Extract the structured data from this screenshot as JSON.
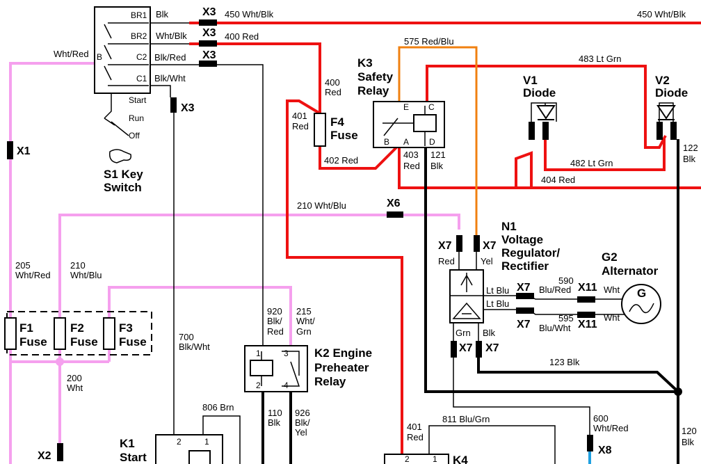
{
  "colors": {
    "red_wire": "#ee1111",
    "pink_wire": "#f5a0ee",
    "black_wire": "#000000",
    "orange_wire": "#f08010",
    "blue_wire": "#20a0e0"
  },
  "connectors": {
    "x1": "X1",
    "x2": "X2",
    "x3": "X3",
    "x6": "X6",
    "x7": "X7",
    "x8": "X8",
    "x11": "X11"
  },
  "key_switch": {
    "br1": "BR1",
    "br2": "BR2",
    "c2": "C2",
    "c1": "C1",
    "b": "B",
    "start": "Start",
    "run": "Run",
    "off": "Off",
    "name_line1": "S1 Key",
    "name_line2": "Switch"
  },
  "wires": {
    "w450_a": "450 Wht/Blk",
    "w450_b": "450 Wht/Blk",
    "w400": "400 Red",
    "w400_v1": "400",
    "w400_v2": "Red",
    "w575": "575 Red/Blu",
    "w483": "483 Lt Grn",
    "w401_a1": "401",
    "w401_a2": "Red",
    "w402": "402 Red",
    "w403_1": "403",
    "w403_2": "Red",
    "w121_1": "121",
    "w121_2": "Blk",
    "w482": "482 Lt Grn",
    "w404": "404 Red",
    "w122_1": "122",
    "w122_2": "Blk",
    "w210_h": "210 Wht/Blu",
    "w210_v1": "210",
    "w210_v2": "Wht/Blu",
    "w205_1": "205",
    "w205_2": "Wht/Red",
    "w200_1": "200",
    "w200_2": "Wht",
    "w700_1": "700",
    "w700_2": "Blk/Wht",
    "w920_1": "920",
    "w920_2": "Blk/",
    "w920_3": "Red",
    "w215_1": "215",
    "w215_2": "Wht/",
    "w215_3": "Grn",
    "w110_1": "110",
    "w110_2": "Blk",
    "w926_1": "926",
    "w926_2": "Blk/",
    "w926_3": "Yel",
    "w806": "806 Brn",
    "w590_1": "590",
    "w590_2": "Blu/Red",
    "w595_1": "595",
    "w595_2": "Blu/Wht",
    "w123": "123 Blk",
    "w811": "811 Blu/Grn",
    "w600_1": "600",
    "w600_2": "Wht/Red",
    "w401_b1": "401",
    "w401_b2": "Red",
    "w120_1": "120",
    "w120_2": "Blk",
    "blk": "Blk",
    "wht_red": "Wht/Red",
    "wht_blk": "Wht/Blk",
    "blk_red": "Blk/Red",
    "blk_wht": "Blk/Wht",
    "red": "Red",
    "yel": "Yel",
    "lt_blu": "Lt Blu",
    "grn": "Grn",
    "wht": "Wht"
  },
  "components": {
    "k3": [
      "K3",
      "Safety",
      "Relay"
    ],
    "k3_pins": {
      "e": "E",
      "c": "C",
      "b": "B",
      "a": "A",
      "d": "D"
    },
    "f4": [
      "F4",
      "Fuse"
    ],
    "v1": [
      "V1",
      "Diode"
    ],
    "v2": [
      "V2",
      "Diode"
    ],
    "n1": [
      "N1",
      "Voltage",
      "Regulator/",
      "Rectifier"
    ],
    "g2": [
      "G2",
      "Alternator"
    ],
    "g2_symbol": "G",
    "f1": [
      "F1",
      "Fuse"
    ],
    "f2": [
      "F2",
      "Fuse"
    ],
    "f3": [
      "F3",
      "Fuse"
    ],
    "k2": [
      "K2 Engine",
      "Preheater",
      "Relay"
    ],
    "k2_pins": {
      "p1": "1",
      "p2": "2",
      "p3": "3",
      "p4": "4"
    },
    "k1": [
      "K1",
      "Start"
    ],
    "k1_pins": {
      "p1": "1",
      "p2": "2"
    },
    "k4": "K4",
    "k4_pins": {
      "p1": "1",
      "p2": "2"
    }
  }
}
